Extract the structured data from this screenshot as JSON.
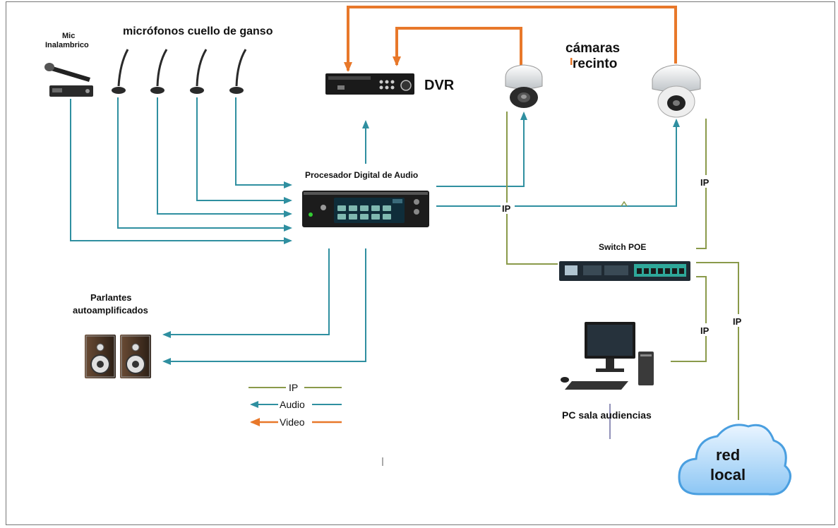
{
  "labels": {
    "mic_inalambrico_line1": "Mic",
    "mic_inalambrico_line2": "Inalambrico",
    "microfonos": "micrófonos cuello de ganso",
    "dvr": "DVR",
    "camaras_line1": "cámaras",
    "camaras_line2": "recinto",
    "procesador": "Procesador Digital de Audio",
    "switch": "Switch POE",
    "parlantes_line1": "Parlantes",
    "parlantes_line2": "autoamplificados",
    "pc": "PC sala audiencias",
    "red_line1": "red",
    "red_line2": "local",
    "ip_camera_link": "IP",
    "ip_switch_camera": "IP",
    "ip_switch_pc": "IP",
    "ip_switch_red": "IP"
  },
  "legend": [
    {
      "label": "IP",
      "color": "#8a9a4a",
      "arrow": false
    },
    {
      "label": "Audio",
      "color": "#2f8fa0",
      "arrow": true
    },
    {
      "label": "Video",
      "color": "#e8782a",
      "arrow": true
    }
  ],
  "colors": {
    "audio": "#2f8fa0",
    "video": "#e8782a",
    "ip": "#8a9a4a",
    "cloud": "#6fb7ef"
  },
  "icons": {
    "mic_wireless": "wireless-mic-icon",
    "gooseneck": "gooseneck-mic-icon",
    "dvr": "dvr-icon",
    "dome_camera": "dome-camera-icon",
    "processor": "audio-processor-icon",
    "switch": "poe-switch-icon",
    "speaker": "speaker-icon",
    "pc": "desktop-pc-icon",
    "cloud": "cloud-icon"
  }
}
